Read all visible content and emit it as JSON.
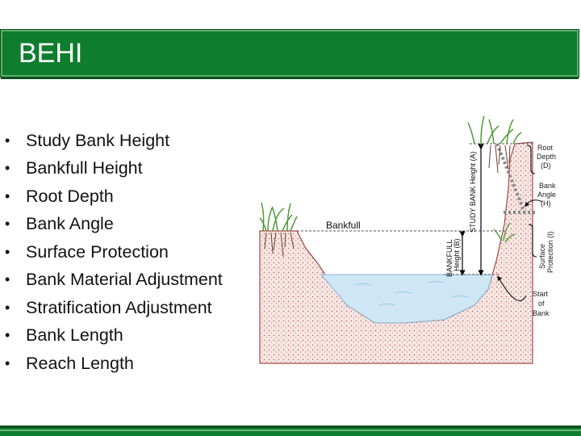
{
  "slide": {
    "title": "BEHI"
  },
  "bullets": [
    "Study Bank Height",
    "Bankfull Height",
    "Root Depth",
    "Bank Angle",
    "Surface Protection",
    "Bank Material Adjustment",
    "Stratification Adjustment",
    "Bank Length",
    "Reach Length"
  ],
  "diagram": {
    "bankfull_label": "Bankfull",
    "study_bank_height_label": "STUDY BANK Height (A)",
    "bankfull_height_label_1": "BANKFULL",
    "bankfull_height_label_2": "Height (B)",
    "root_depth_label_1": "Root",
    "root_depth_label_2": "Depth",
    "root_depth_label_3": "(D)",
    "bank_angle_label_1": "Bank",
    "bank_angle_label_2": "Angle",
    "bank_angle_label_3": "(H)",
    "surface_protection_label_1": "Surface",
    "surface_protection_label_2": "Protection (I)",
    "start_of_bank_label_1": "Start",
    "start_of_bank_label_2": "of",
    "start_of_bank_label_3": "Bank"
  },
  "colors": {
    "header_green": "#0f7d2e",
    "soil": "#f4e3e0",
    "water": "#cfe6f5",
    "grass": "#4f9a3c"
  }
}
